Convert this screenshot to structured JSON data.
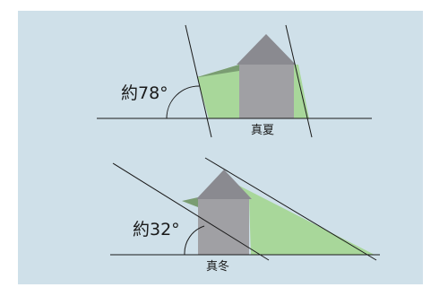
{
  "colors": {
    "background": "#cfe0e9",
    "shadow": "#a8d79a",
    "dark_shadow": "#7a9d72",
    "wall": "#a0a0a4",
    "roof": "#8a8a90",
    "line": "#1a1a1a",
    "winter_ground_shade": "#dedede"
  },
  "summer": {
    "angle_label": "約78°",
    "season_label": "真夏"
  },
  "winter": {
    "angle_label": "約32°",
    "season_label": "真冬"
  }
}
